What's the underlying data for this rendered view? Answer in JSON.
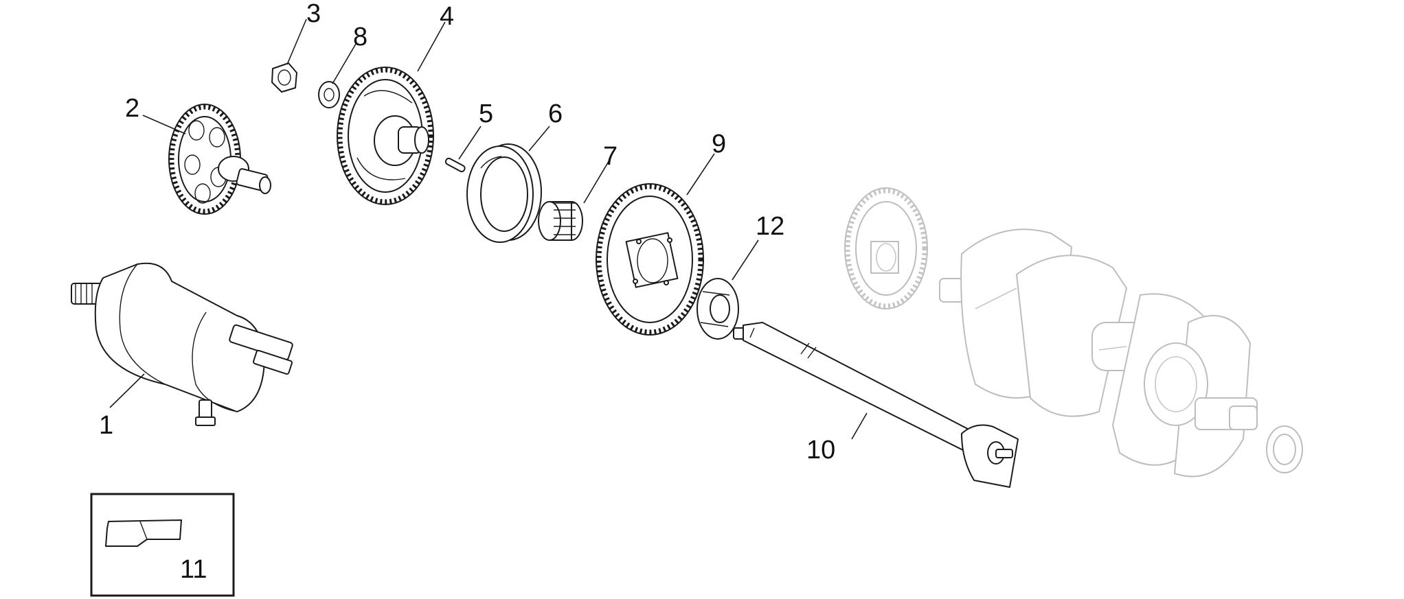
{
  "callouts": {
    "c1": "1",
    "c2": "2",
    "c3": "3",
    "c4": "4",
    "c5": "5",
    "c6": "6",
    "c7": "7",
    "c8": "8",
    "c9": "9",
    "c10": "10",
    "c11": "11",
    "c12": "12"
  },
  "colors": {
    "line": "#1a1a1a",
    "ghost": "#bdbdbd",
    "background": "#ffffff"
  }
}
